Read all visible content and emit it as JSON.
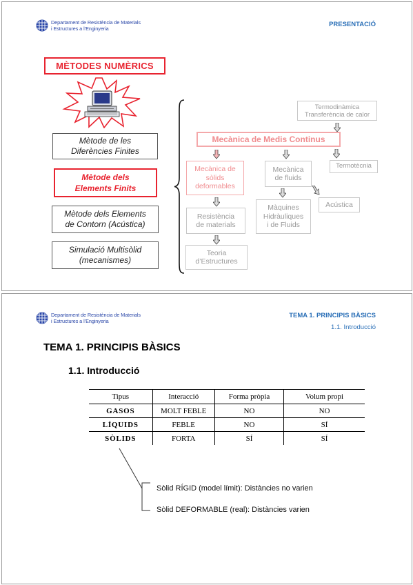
{
  "header": {
    "dept_line1": "Departament de Resistència de Materials",
    "dept_line2": "i Estructures a l’Enginyeria",
    "logo_icon": "upc-grid-logo-icon",
    "accent_color": "#2a6fb7"
  },
  "slide1": {
    "section_title": "PRESENTACIÓ",
    "methods_title": "MÈTODES NUMÈRICS",
    "computer_icon": "computer-starburst-icon",
    "methods": [
      {
        "line1": "Mètode de les",
        "line2": "Diferències Finites"
      },
      {
        "line1": "Mètode dels",
        "line2": "Elements Finits"
      },
      {
        "line1": "Mètode dels Elements",
        "line2": "de Contorn (Acústica)"
      },
      {
        "line1": "Simulació Multisòlid",
        "line2": "(mecanismes)"
      }
    ],
    "diagram": {
      "thermo": {
        "line1": "Termodinàmica",
        "line2": "Transferència de calor"
      },
      "continuum": "Mecànica de Medis Continus",
      "termotecnia": "Termotècnia",
      "solids": {
        "line1": "Mecànica de",
        "line2": "sòlids",
        "line3": "deformables"
      },
      "fluids": {
        "line1": "Mecànica",
        "line2": "de fluids"
      },
      "resistencia": {
        "line1": "Resistència",
        "line2": "de materials"
      },
      "machines": {
        "line1": "Màquines",
        "line2": "Hidràuliques",
        "line3": "i de Fluids"
      },
      "acustica": "Acústica",
      "structures": {
        "line1": "Teoria",
        "line2": "d’Estructures"
      }
    },
    "colors": {
      "red": "#e8232f",
      "pink": "#f4a8aa",
      "grey": "#c8c8c8"
    }
  },
  "slide2": {
    "section_title": "TEMA 1. PRINCIPIS BÀSICS",
    "section_sub": "1.1. Introducció",
    "title": "TEMA 1. PRINCIPIS BÀSICS",
    "subtitle": "1.1. Introducció",
    "table": {
      "headers": [
        "Tipus",
        "Interacció",
        "Forma pròpia",
        "Volum propi"
      ],
      "rows": [
        [
          "GASOS",
          "MOLT FEBLE",
          "NO",
          "NO"
        ],
        [
          "LÍQUIDS",
          "FEBLE",
          "NO",
          "SÍ"
        ],
        [
          "SÒLIDS",
          "FORTA",
          "SÍ",
          "SÍ"
        ]
      ]
    },
    "notes": [
      "Sòlid RÍGID (model límit): Distàncies no varien",
      "Sòlid DEFORMABLE (real): Distàncies varien"
    ]
  }
}
